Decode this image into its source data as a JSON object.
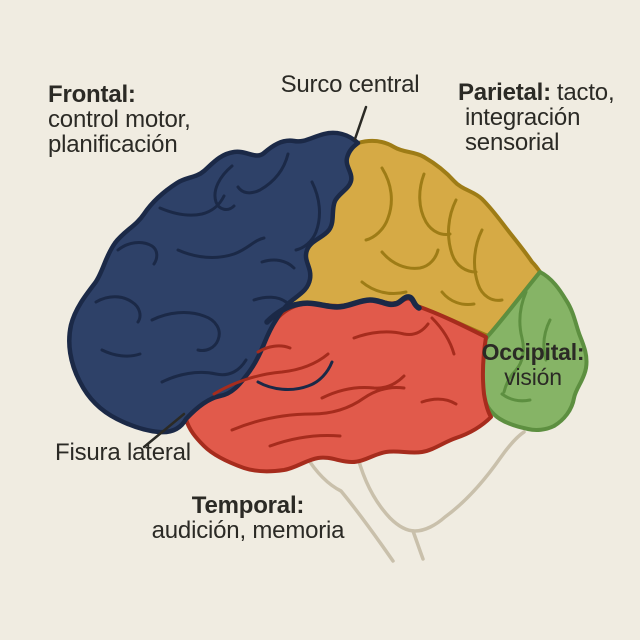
{
  "diagram": {
    "subject": "brain-lobes-lateral-view",
    "labels": {
      "frontal": {
        "title": "Frontal:",
        "line1": "control motor,",
        "line2": "planificación"
      },
      "surco_central": "Surco central",
      "parietal": {
        "title": "Parietal:",
        "inline": "tacto,",
        "line2": "integración",
        "line3": "sensorial"
      },
      "occipital": {
        "title": "Occipital:",
        "line1": "visión"
      },
      "fisura_lateral": "Fisura lateral",
      "temporal": {
        "title": "Temporal:",
        "line1": "audición, memoria"
      }
    }
  },
  "colors": {
    "background": "#f0ece1",
    "frontal_fill": "#2e4168",
    "frontal_outline": "#1b2947",
    "parietal_fill": "#d6aa45",
    "parietal_outline": "#9e7c16",
    "temporal_fill": "#e15a4b",
    "temporal_outline": "#a62c1d",
    "occipital_fill": "#86b466",
    "occipital_outline": "#5d8f40",
    "neck_outline": "#c9c0ab",
    "label_text": "#2b2a25"
  }
}
